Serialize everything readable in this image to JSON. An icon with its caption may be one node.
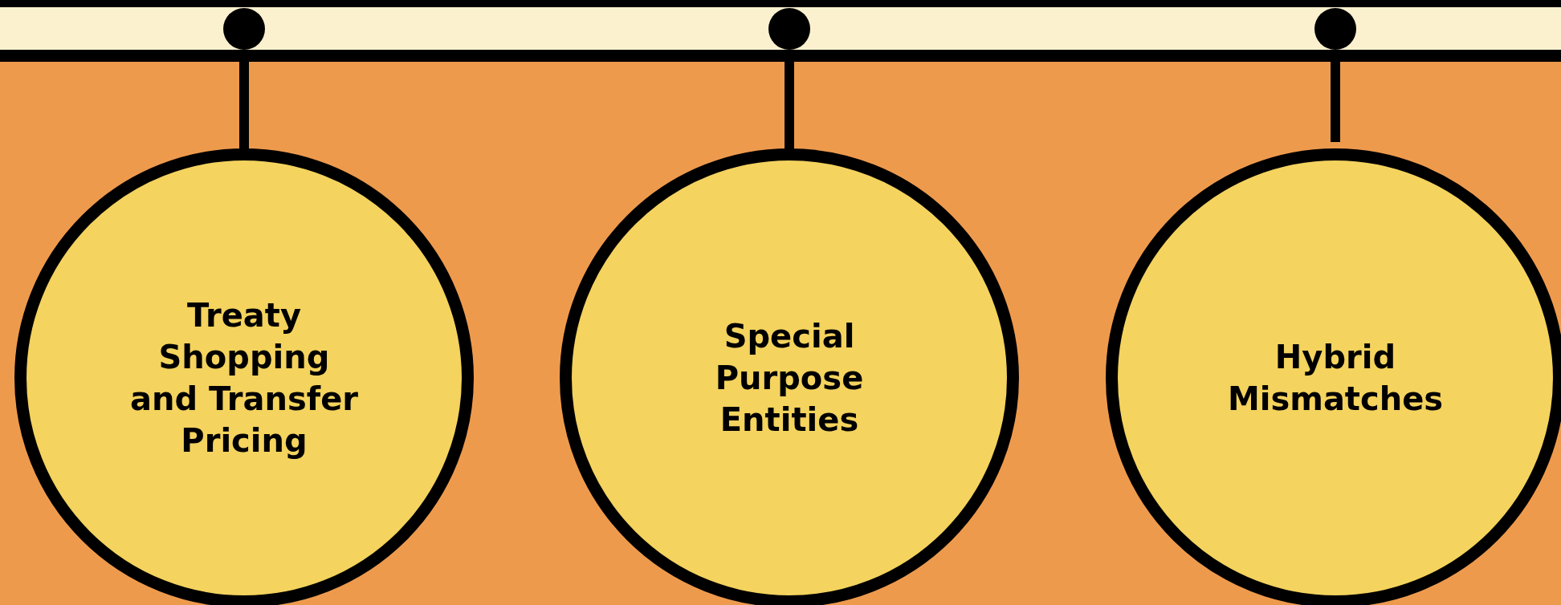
{
  "diagram": {
    "nodes": [
      {
        "text": [],
        "shape": "circle"
      },
      {
        "text": [],
        "shape": "circle"
      },
      {
        "text": [],
        "shape": "circle"
      },
      {
        "text": [
          "Treaty Shopping and Transfer Pricing"
        ]
      },
      {
        "text": [
          "Special Purpose Entities"
        ]
      },
      {
        "text": [
          "Hybrid Mismatches"
        ]
      }
    ],
    "edges": [
      {
        "from": 0,
        "to": 3,
        "arrow": "none"
      },
      {
        "from": 1,
        "to": 4,
        "arrow": "none"
      },
      {
        "from": 2,
        "to": 5,
        "arrow": "none"
      }
    ]
  }
}
